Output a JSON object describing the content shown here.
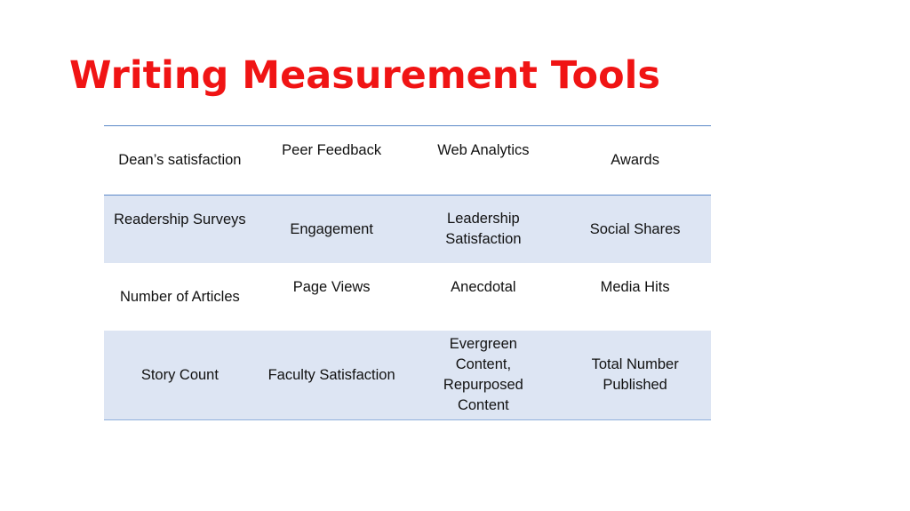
{
  "slide": {
    "title": "Writing Measurement Tools",
    "title_color": "#f01414",
    "table": {
      "row_colors": [
        "#ffffff",
        "#dde5f3",
        "#ffffff",
        "#dde5f3"
      ],
      "rows": [
        [
          "Dean’s satisfaction",
          "Peer Feedback",
          "Web Analytics",
          "Awards"
        ],
        [
          "Readership Surveys",
          "Engagement",
          "Leadership Satisfaction",
          "Social Shares"
        ],
        [
          "Number of Articles",
          "Page Views",
          "Anecdotal",
          "Media Hits"
        ],
        [
          "Story Count",
          "Faculty Satisfaction",
          "Evergreen Content, Repurposed Content",
          "Total Number Published"
        ]
      ]
    }
  }
}
